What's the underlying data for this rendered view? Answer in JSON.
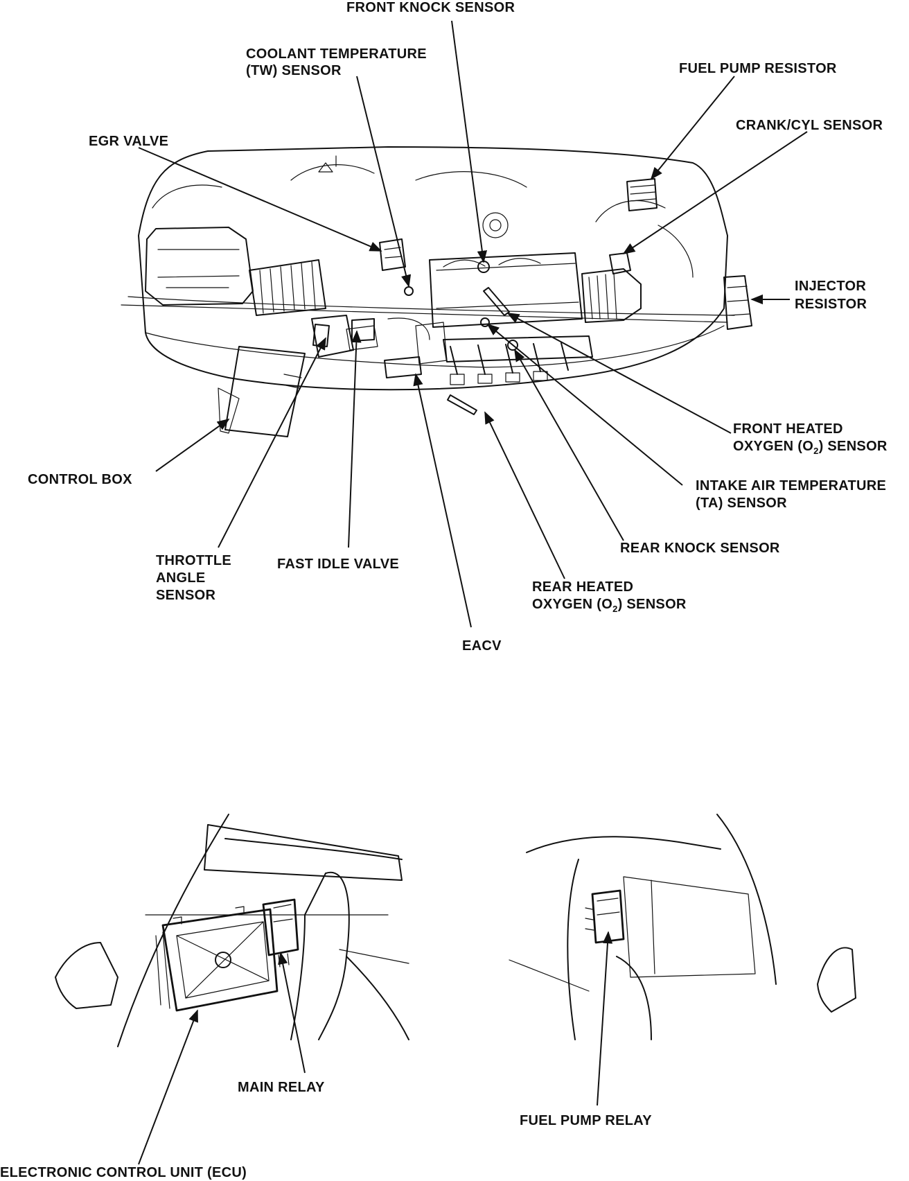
{
  "colors": {
    "ink": "#111111",
    "paper": "#ffffff"
  },
  "engine_labels": {
    "front_knock_sensor": "FRONT KNOCK SENSOR",
    "coolant_temp_line1": "COOLANT TEMPERATURE",
    "coolant_temp_line2": "(TW) SENSOR",
    "fuel_pump_resistor": "FUEL PUMP RESISTOR",
    "crank_cyl_sensor": "CRANK/CYL SENSOR",
    "egr_valve": "EGR VALVE",
    "injector_resistor_line1": "INJECTOR",
    "injector_resistor_line2": "RESISTOR",
    "front_heated_o2_line1": "FRONT HEATED",
    "front_heated_o2_line2a": "OXYGEN (O",
    "front_heated_o2_sub": "2",
    "front_heated_o2_line2b": ") SENSOR",
    "control_box": "CONTROL BOX",
    "intake_air_temp_line1": "INTAKE AIR TEMPERATURE",
    "intake_air_temp_line2": "(TA) SENSOR",
    "rear_knock_sensor": "REAR KNOCK SENSOR",
    "throttle_angle_line1": "THROTTLE",
    "throttle_angle_line2": "ANGLE",
    "throttle_angle_line3": "SENSOR",
    "fast_idle_valve": "FAST IDLE VALVE",
    "rear_heated_o2_line1": "REAR HEATED",
    "rear_heated_o2_line2a": "OXYGEN (O",
    "rear_heated_o2_sub": "2",
    "rear_heated_o2_line2b": ") SENSOR",
    "eacv": "EACV"
  },
  "cabin_labels": {
    "main_relay": "MAIN RELAY",
    "ecu": "ELECTRONIC CONTROL UNIT (ECU)",
    "fuel_pump_relay": "FUEL PUMP RELAY"
  }
}
